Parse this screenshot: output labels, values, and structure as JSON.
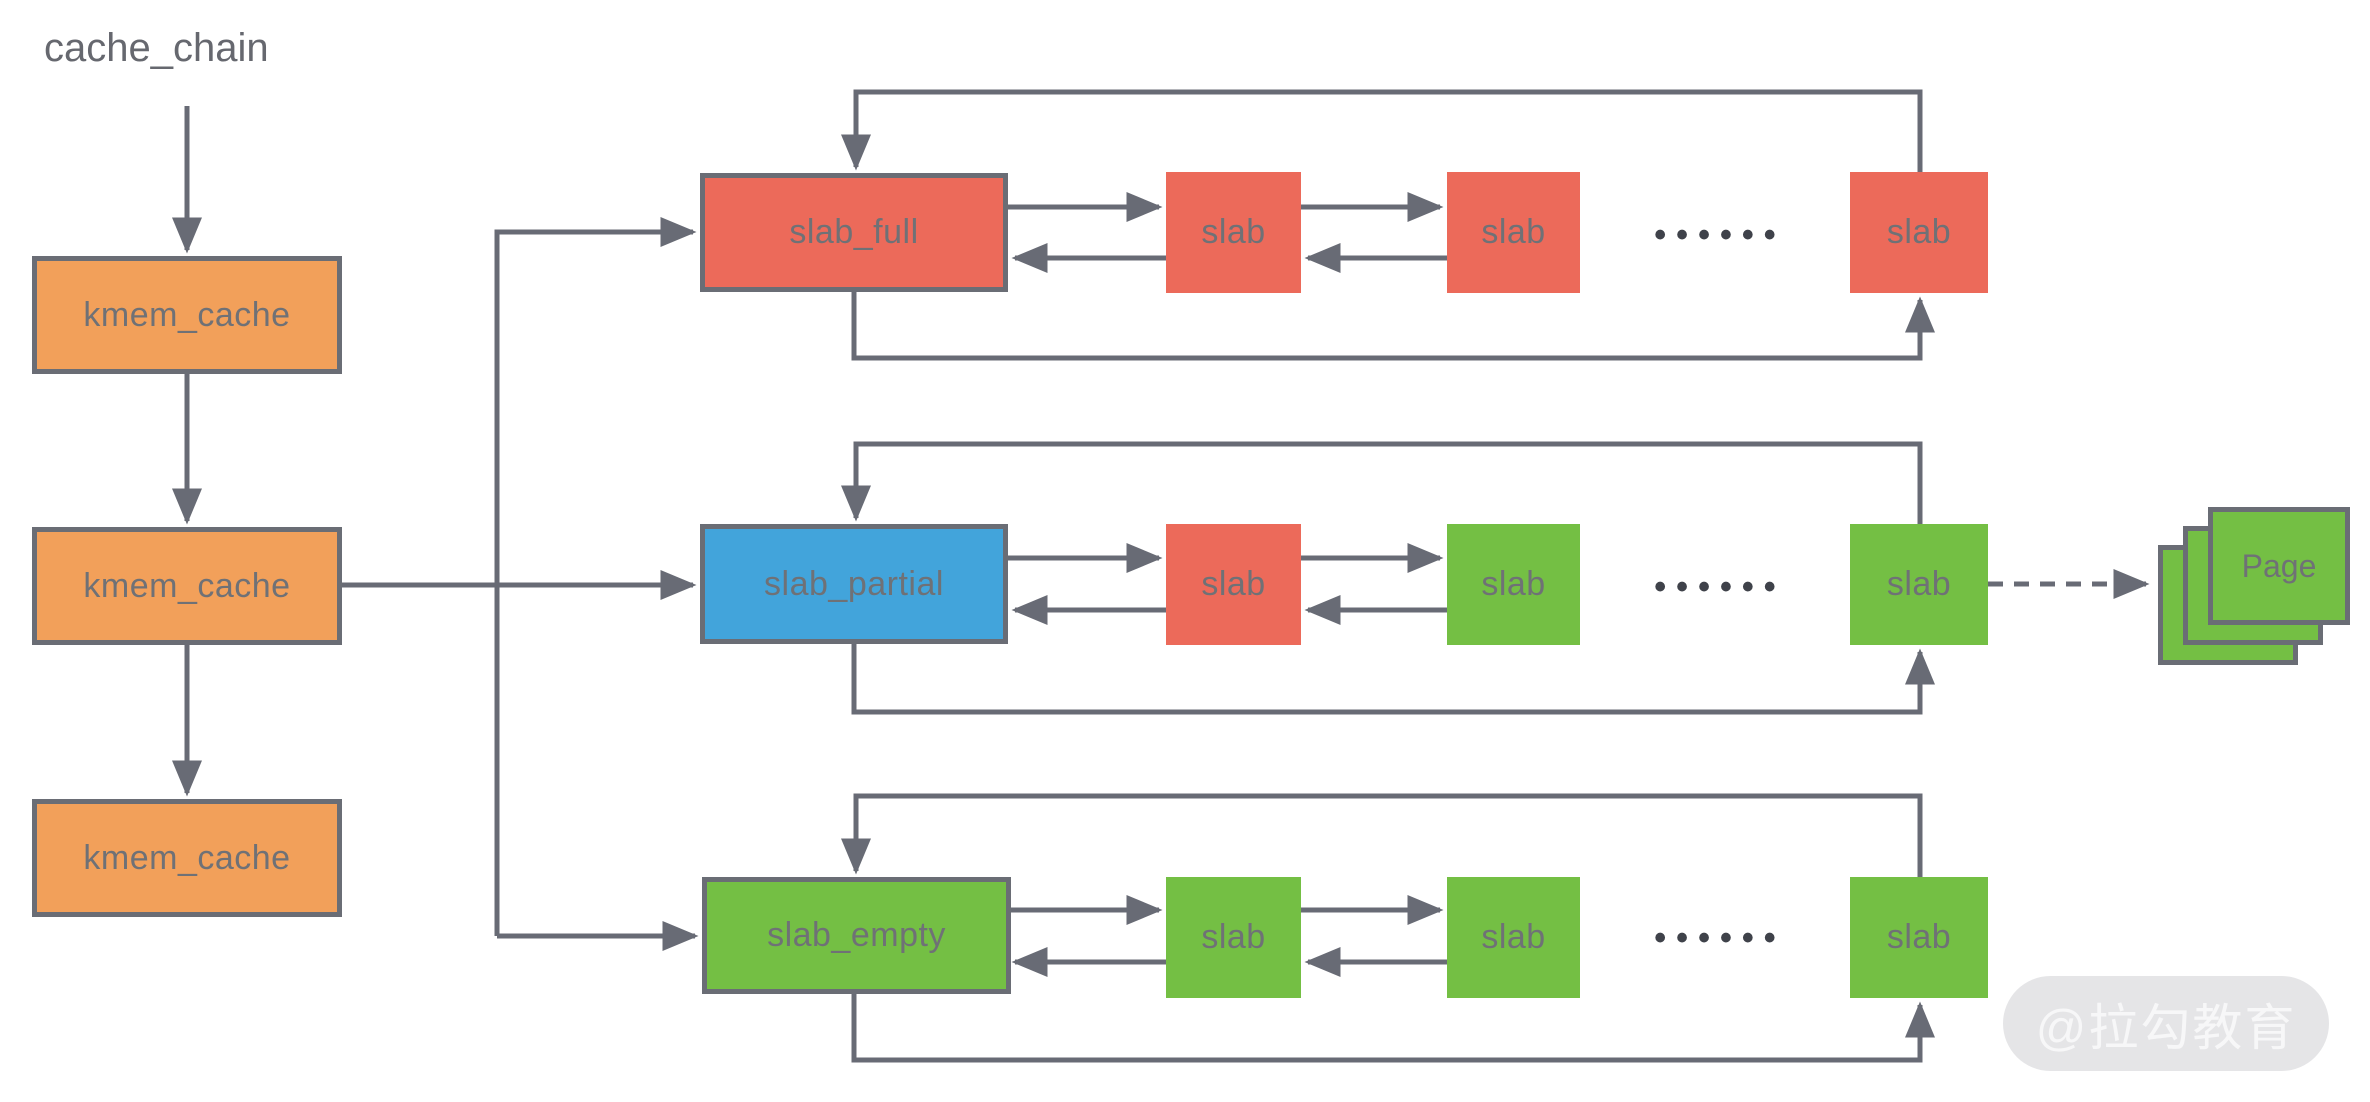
{
  "diagram": {
    "title": "cache_chain",
    "watermark": "@拉勾教育"
  },
  "colors": {
    "orange": "#F2A05A",
    "red": "#EC6A5A",
    "blue": "#42A4DB",
    "green": "#74BF44",
    "line_gray": "#686B75",
    "box_border": "#6A6D75",
    "label_text": "#6F7176",
    "dots": "#3F424A",
    "watermark_bg": "#E5E5E7",
    "watermark_text": "#F7F7F8"
  },
  "cache_chain": {
    "nodes": [
      {
        "label": "kmem_cache",
        "color": "orange"
      },
      {
        "label": "kmem_cache",
        "color": "orange"
      },
      {
        "label": "kmem_cache",
        "color": "orange"
      }
    ]
  },
  "rows": [
    {
      "head": {
        "label": "slab_full",
        "color": "red"
      },
      "slabs": [
        {
          "label": "slab",
          "color": "red"
        },
        {
          "label": "slab",
          "color": "red"
        },
        {
          "label": "slab",
          "color": "red"
        }
      ],
      "ellipsis": "••••••"
    },
    {
      "head": {
        "label": "slab_partial",
        "color": "blue"
      },
      "slabs": [
        {
          "label": "slab",
          "color": "red"
        },
        {
          "label": "slab",
          "color": "green"
        },
        {
          "label": "slab",
          "color": "green"
        }
      ],
      "ellipsis": "••••••"
    },
    {
      "head": {
        "label": "slab_empty",
        "color": "green"
      },
      "slabs": [
        {
          "label": "slab",
          "color": "green"
        },
        {
          "label": "slab",
          "color": "green"
        },
        {
          "label": "slab",
          "color": "green"
        }
      ],
      "ellipsis": "••••••"
    }
  ],
  "page_stack": {
    "label": "Page",
    "count": 3
  }
}
